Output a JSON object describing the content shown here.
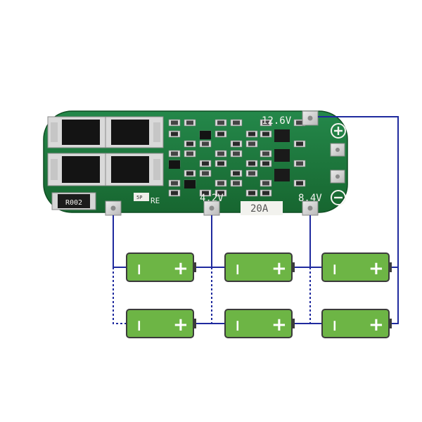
{
  "pcb": {
    "label_12v6": "12.6V",
    "label_4v2": "4.2V",
    "label_8v4": "8.4V",
    "label_20a": "20A",
    "resistor_code": "R002",
    "label_re": "RE",
    "label_5p": "5P",
    "board_color": "#1e7a3a",
    "wire_color": "#1f2a9e"
  },
  "batteries": {
    "fill_color": "#6db545",
    "terminal_minus": "−",
    "terminal_plus": "+"
  }
}
